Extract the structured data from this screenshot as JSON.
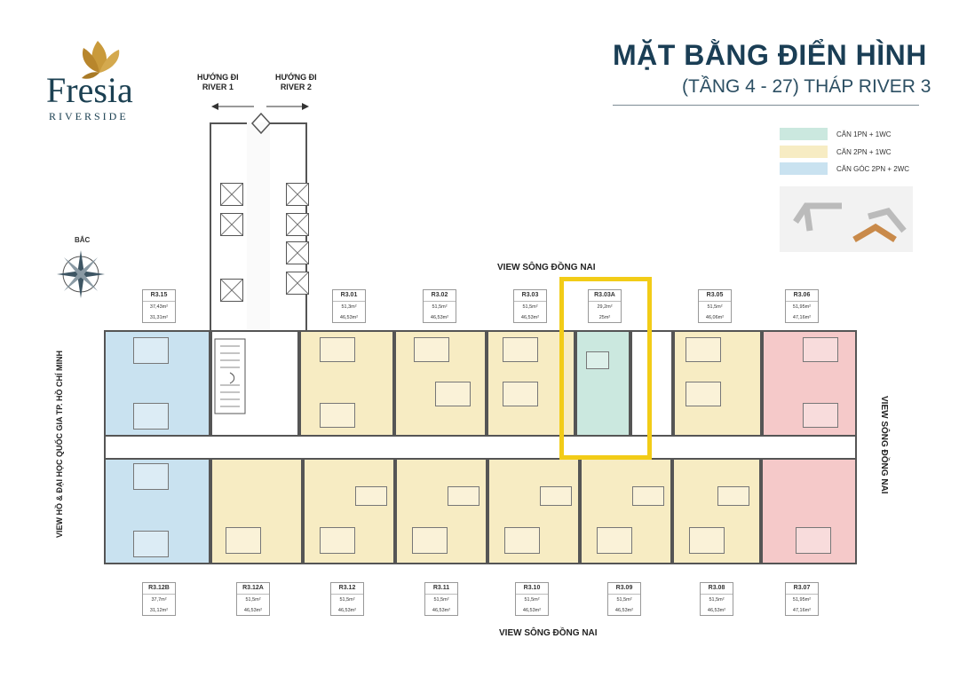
{
  "brand": {
    "name": "Fresia",
    "sub": "RIVERSIDE",
    "logo_color": "#c99a3b"
  },
  "title": {
    "main": "MẶT BẰNG ĐIỂN HÌNH",
    "sub": "(TẦNG 4 - 27) THÁP RIVER 3"
  },
  "legend": [
    {
      "label": "CĂN 1PN + 1WC",
      "color": "#cbe8df"
    },
    {
      "label": "CĂN 2PN + 1WC",
      "color": "#f7ecc3"
    },
    {
      "label": "CĂN GÓC 2PN + 2WC",
      "color": "#c9e2f0"
    }
  ],
  "directions": {
    "river1": "HƯỚNG ĐI\nRIVER 1",
    "river2": "HƯỚNG ĐI\nRIVER 2"
  },
  "compass_label": "BẮC",
  "views": {
    "top": "VIEW SÔNG ĐỒNG NAI",
    "bottom": "VIEW SÔNG ĐỒNG NAI",
    "right": "VIEW SÔNG ĐỒNG NAI",
    "left": "VIEW HỒ & ĐẠI HỌC QUỐC GIA TP. HỒ CHÍ MINH"
  },
  "colors": {
    "blue": "#c9e2f0",
    "cream": "#f7ecc3",
    "green": "#cbe8df",
    "pink": "#f5c9c9",
    "highlight": "#f2cc17"
  },
  "units_top": [
    {
      "code": "R3.15",
      "a": "37,43m²",
      "b": "31,31m²"
    },
    {
      "code": "R3.01",
      "a": "51,3m²",
      "b": "46,53m²"
    },
    {
      "code": "R3.02",
      "a": "51,5m²",
      "b": "46,53m²"
    },
    {
      "code": "R3.03",
      "a": "51,5m²",
      "b": "46,53m²"
    },
    {
      "code": "R3.03A",
      "a": "29,2m²",
      "b": "25m²"
    },
    {
      "code": "R3.05",
      "a": "51,5m²",
      "b": "46,06m²"
    },
    {
      "code": "R3.06",
      "a": "51,95m²",
      "b": "47,16m²"
    }
  ],
  "units_bottom": [
    {
      "code": "R3.12B",
      "a": "37,7m²",
      "b": "31,12m²"
    },
    {
      "code": "R3.12A",
      "a": "51,5m²",
      "b": "46,53m²"
    },
    {
      "code": "R3.12",
      "a": "51,5m²",
      "b": "46,53m²"
    },
    {
      "code": "R3.11",
      "a": "51,5m²",
      "b": "46,53m²"
    },
    {
      "code": "R3.10",
      "a": "51,5m²",
      "b": "46,53m²"
    },
    {
      "code": "R3.09",
      "a": "51,5m²",
      "b": "46,53m²"
    },
    {
      "code": "R3.08",
      "a": "51,5m²",
      "b": "46,53m²"
    },
    {
      "code": "R3.07",
      "a": "51,95m²",
      "b": "47,16m²"
    }
  ]
}
